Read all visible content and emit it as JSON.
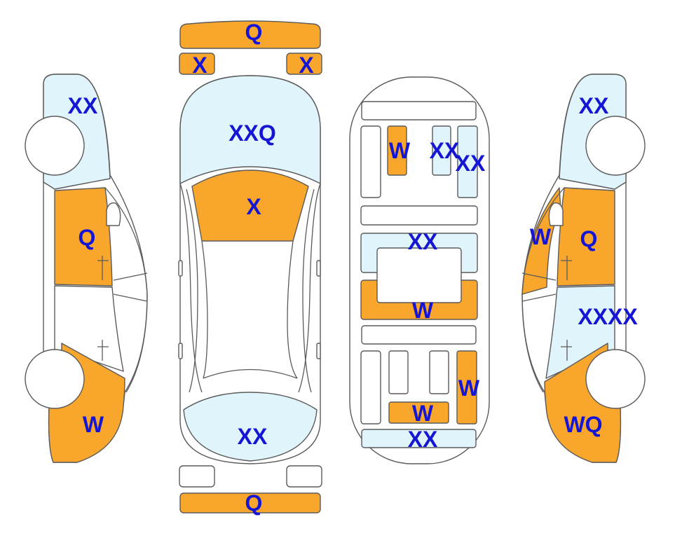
{
  "colors": {
    "damage_orange": "#f9a72c",
    "damage_blue": "#dff4fb",
    "label_text": "#1515d4",
    "outline": "#5a5a5a"
  },
  "labels": {
    "front_bumper": "Q",
    "front_left_light": "X",
    "front_right_light": "X",
    "windshield": "XXQ",
    "hood": "X",
    "rear_window": "XX",
    "rear_bumper": "Q",
    "left_front_fender": "XX",
    "left_front_door": "Q",
    "left_rear_quarter": "W",
    "interior_front_left": "W",
    "interior_front_center": "XX",
    "interior_front_right": "XX",
    "interior_dash": "XX",
    "interior_console": "W",
    "interior_rear_right": "W",
    "interior_rear_center": "W",
    "interior_trunk": "XX",
    "right_front_fender": "XX",
    "right_mirror": "W",
    "right_front_door": "Q",
    "right_rear_door": "XXXX",
    "right_rear_quarter": "WQ"
  }
}
